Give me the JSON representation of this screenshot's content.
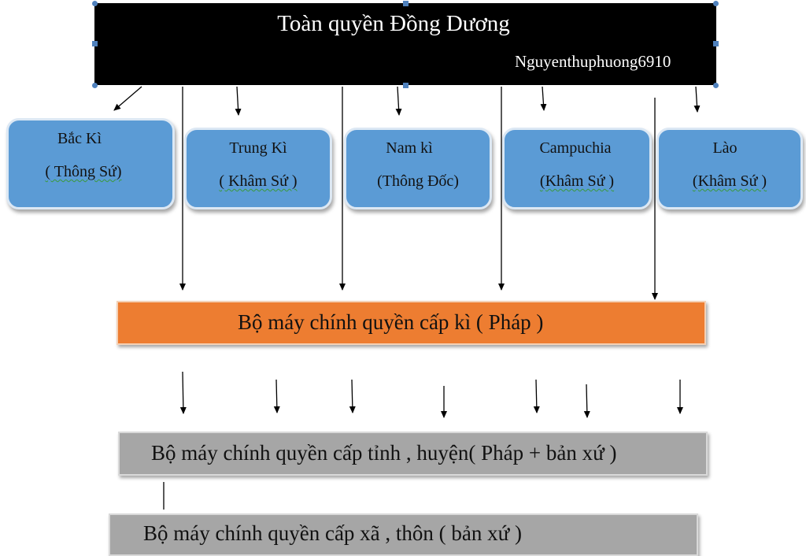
{
  "top": {
    "title": "Toàn quyền Đồng Dương",
    "author": "Nguyenthuphuong6910"
  },
  "regions": [
    {
      "name": "Bắc Kì",
      "role": "( Thông Sứ)"
    },
    {
      "name": "Trung Kì",
      "role": "( Khâm Sứ )"
    },
    {
      "name": "Nam kì",
      "role": "(Thông Đốc)"
    },
    {
      "name": "Campuchia",
      "role": "(Khâm Sứ )"
    },
    {
      "name": "Lào",
      "role": "(Khâm Sứ )"
    }
  ],
  "levels": {
    "ky": "Bộ máy chính quyền cấp kì ( Pháp )",
    "tinh": "Bộ máy chính quyền cấp tỉnh , huyện( Pháp + bản xứ )",
    "xa": "Bộ máy chính quyền cấp xã , thôn ( bản xứ  )"
  },
  "colors": {
    "top": "#000000",
    "region": "#5b9bd5",
    "ky": "#ed7d31",
    "tinh": "#a6a6a6",
    "xa": "#a6a6a6"
  }
}
